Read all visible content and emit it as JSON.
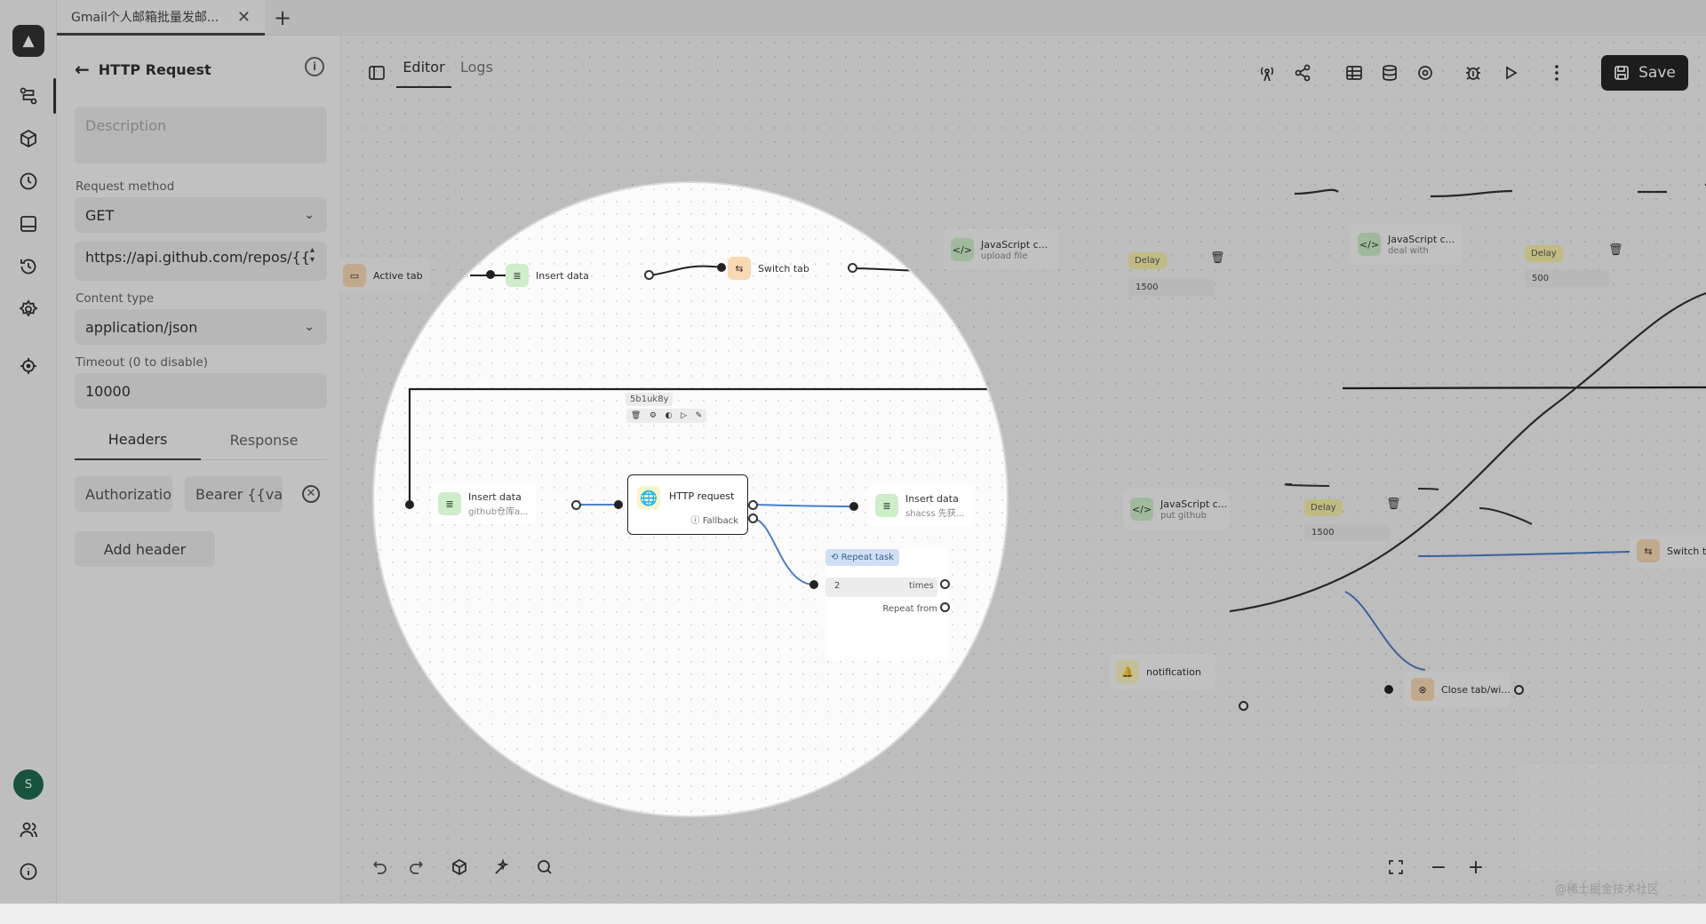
{
  "window_tab": {
    "title": "Gmail个人邮箱批量发邮..."
  },
  "panel": {
    "title": "HTTP Request",
    "description_placeholder": "Description",
    "request_method_label": "Request method",
    "request_method_value": "GET",
    "url_value": "https://api.github.com/repos/{{",
    "content_type_label": "Content type",
    "content_type_value": "application/json",
    "timeout_label": "Timeout (0 to disable)",
    "timeout_value": "10000",
    "tabs": [
      "Headers",
      "Response"
    ],
    "header_key": "Authorizatio",
    "header_value": "Bearer {{va",
    "add_header_label": "Add header"
  },
  "editor": {
    "tabs": [
      "Editor",
      "Logs"
    ],
    "save_label": "Save"
  },
  "nodes": {
    "active_tab": "Active tab",
    "insert_data_1": "Insert data",
    "switch_tab_1": "Switch tab",
    "js_1": {
      "title": "JavaScript c...",
      "sub": "upload file"
    },
    "delay_1": {
      "tag": "Delay",
      "value": "1500"
    },
    "js_2": {
      "title": "JavaScript c...",
      "sub": "deal with"
    },
    "delay_2": {
      "tag": "Delay",
      "value": "500"
    },
    "insert_data_2": {
      "title": "Insert data",
      "sub": "github仓库a..."
    },
    "http_id": "5b1uk8y",
    "http_request": "HTTP request",
    "fallback": "Fallback",
    "insert_data_3": {
      "title": "Insert data",
      "sub": "shacss 先获..."
    },
    "js_3": {
      "title": "JavaScript c...",
      "sub": "put github"
    },
    "delay_3": {
      "tag": "Delay",
      "value": "1500"
    },
    "switch_tab_2": "Switch t",
    "repeat_task": {
      "label": "Repeat task",
      "value": "2",
      "unit": "times",
      "repeat_from": "Repeat from"
    },
    "notification": "notification",
    "close_tab": "Close tab/wi..."
  },
  "watermark": "@稀土掘金技术社区",
  "colors": {
    "accent_dark": "#262626",
    "edge_blue": "#4a7fc9"
  }
}
